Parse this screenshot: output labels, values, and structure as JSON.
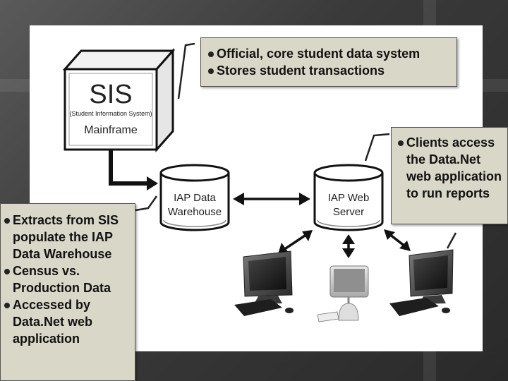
{
  "sis": {
    "title": "SIS",
    "subtitle": "(Student Information System)",
    "platform": "Mainframe"
  },
  "warehouse": {
    "line1": "IAP Data",
    "line2": "Warehouse"
  },
  "webserver": {
    "line1": "IAP Web",
    "line2": "Server"
  },
  "callouts": {
    "top": [
      "Official, core student data system",
      "Stores student transactions"
    ],
    "left": [
      "Extracts from SIS populate the IAP Data Warehouse",
      "Census vs. Production Data",
      "Accessed by Data.Net web application"
    ],
    "right": [
      "Clients access the Data.Net web application to run reports"
    ]
  },
  "colors": {
    "callout_bg": "#d9d8c8",
    "connector": "#222222",
    "box_face": "#ffffff"
  }
}
